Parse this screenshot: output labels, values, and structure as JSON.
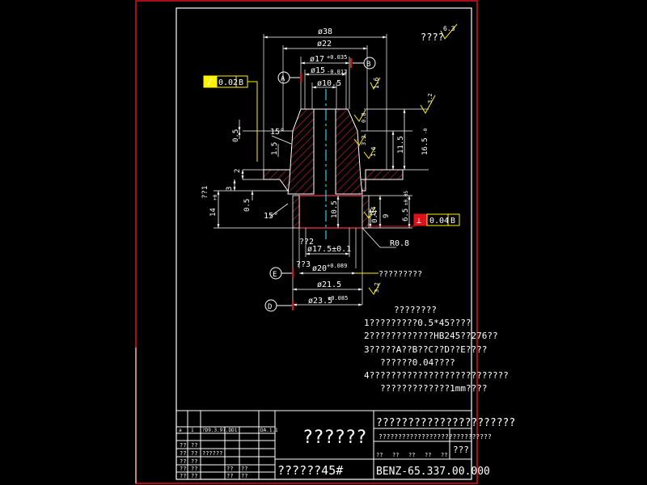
{
  "dimensions": {
    "d38": "ø38",
    "d22": "ø22",
    "d17": "ø17",
    "d17_tol": "+0.035",
    "d15": "ø15",
    "d15_tol": "-0.012",
    "d10": "ø10.5",
    "d175": "ø17.5±0.1",
    "d20": "ø20",
    "d20_tol": "+0.089",
    "d215": "ø21.5",
    "d235": "ø23.5",
    "d235_tol": "+0.085",
    "len05a": "0.5",
    "len15": "1.5",
    "len2": "2",
    "len3": "3",
    "len05b": "0.5",
    "len14": "14",
    "len14_tol": "+0",
    "len115": "11.5",
    "len165": "16.5",
    "len165_tol": "-0",
    "len105": "10.5",
    "len65": "6.5",
    "len65_tol": "±0.05",
    "len04": "0.4",
    "len9": "9",
    "r08": "R0.8",
    "ang15a": "15°",
    "ang15b": "15°",
    "unk1": "??1",
    "unk2": "??2",
    "unk3": "??3",
    "s16a": "1.6",
    "s08": "0.8",
    "s32a": "3.2",
    "s32b": "3.2",
    "s16b": "1.6",
    "s16c": "1.6",
    "s32c": "3.2",
    "rough_all_label": "????",
    "rough_all_val": "6.3"
  },
  "datums": {
    "a": "A",
    "b": "B",
    "e": "E",
    "d": "D"
  },
  "fcf_top": {
    "sym": "/",
    "val": "0.02",
    "ref": "B"
  },
  "fcf_right": {
    "sym": "⊥",
    "val": "0.04",
    "ref": "B"
  },
  "side_label": "?????????",
  "notes": [
    "????????",
    "1?????????0.5*45????",
    "2????????????HB245??276??",
    "3?????A??B??C??D??E????",
    "??????0.04????",
    "4??????????????????????????",
    "?????????????1mm????"
  ],
  "title_block": {
    "part_name": "??????",
    "company": "??????????????????????",
    "sub_company": "?????????????????????????????",
    "material": "??????45#",
    "drawing_no": "BENZ-65.337.00.000",
    "small_cells": [
      "??????",
      "??",
      "??",
      "??",
      "??",
      "??"
    ],
    "rev_row": [
      "a",
      "1",
      "?D9.3.9?.DD1",
      "",
      "DA.1.1"
    ],
    "small_labels": [
      "??",
      "??",
      "??",
      "??",
      "??",
      "??",
      "??",
      "??",
      "??",
      "??",
      "??",
      "??",
      "??",
      "??"
    ],
    "scale_box": "???"
  }
}
